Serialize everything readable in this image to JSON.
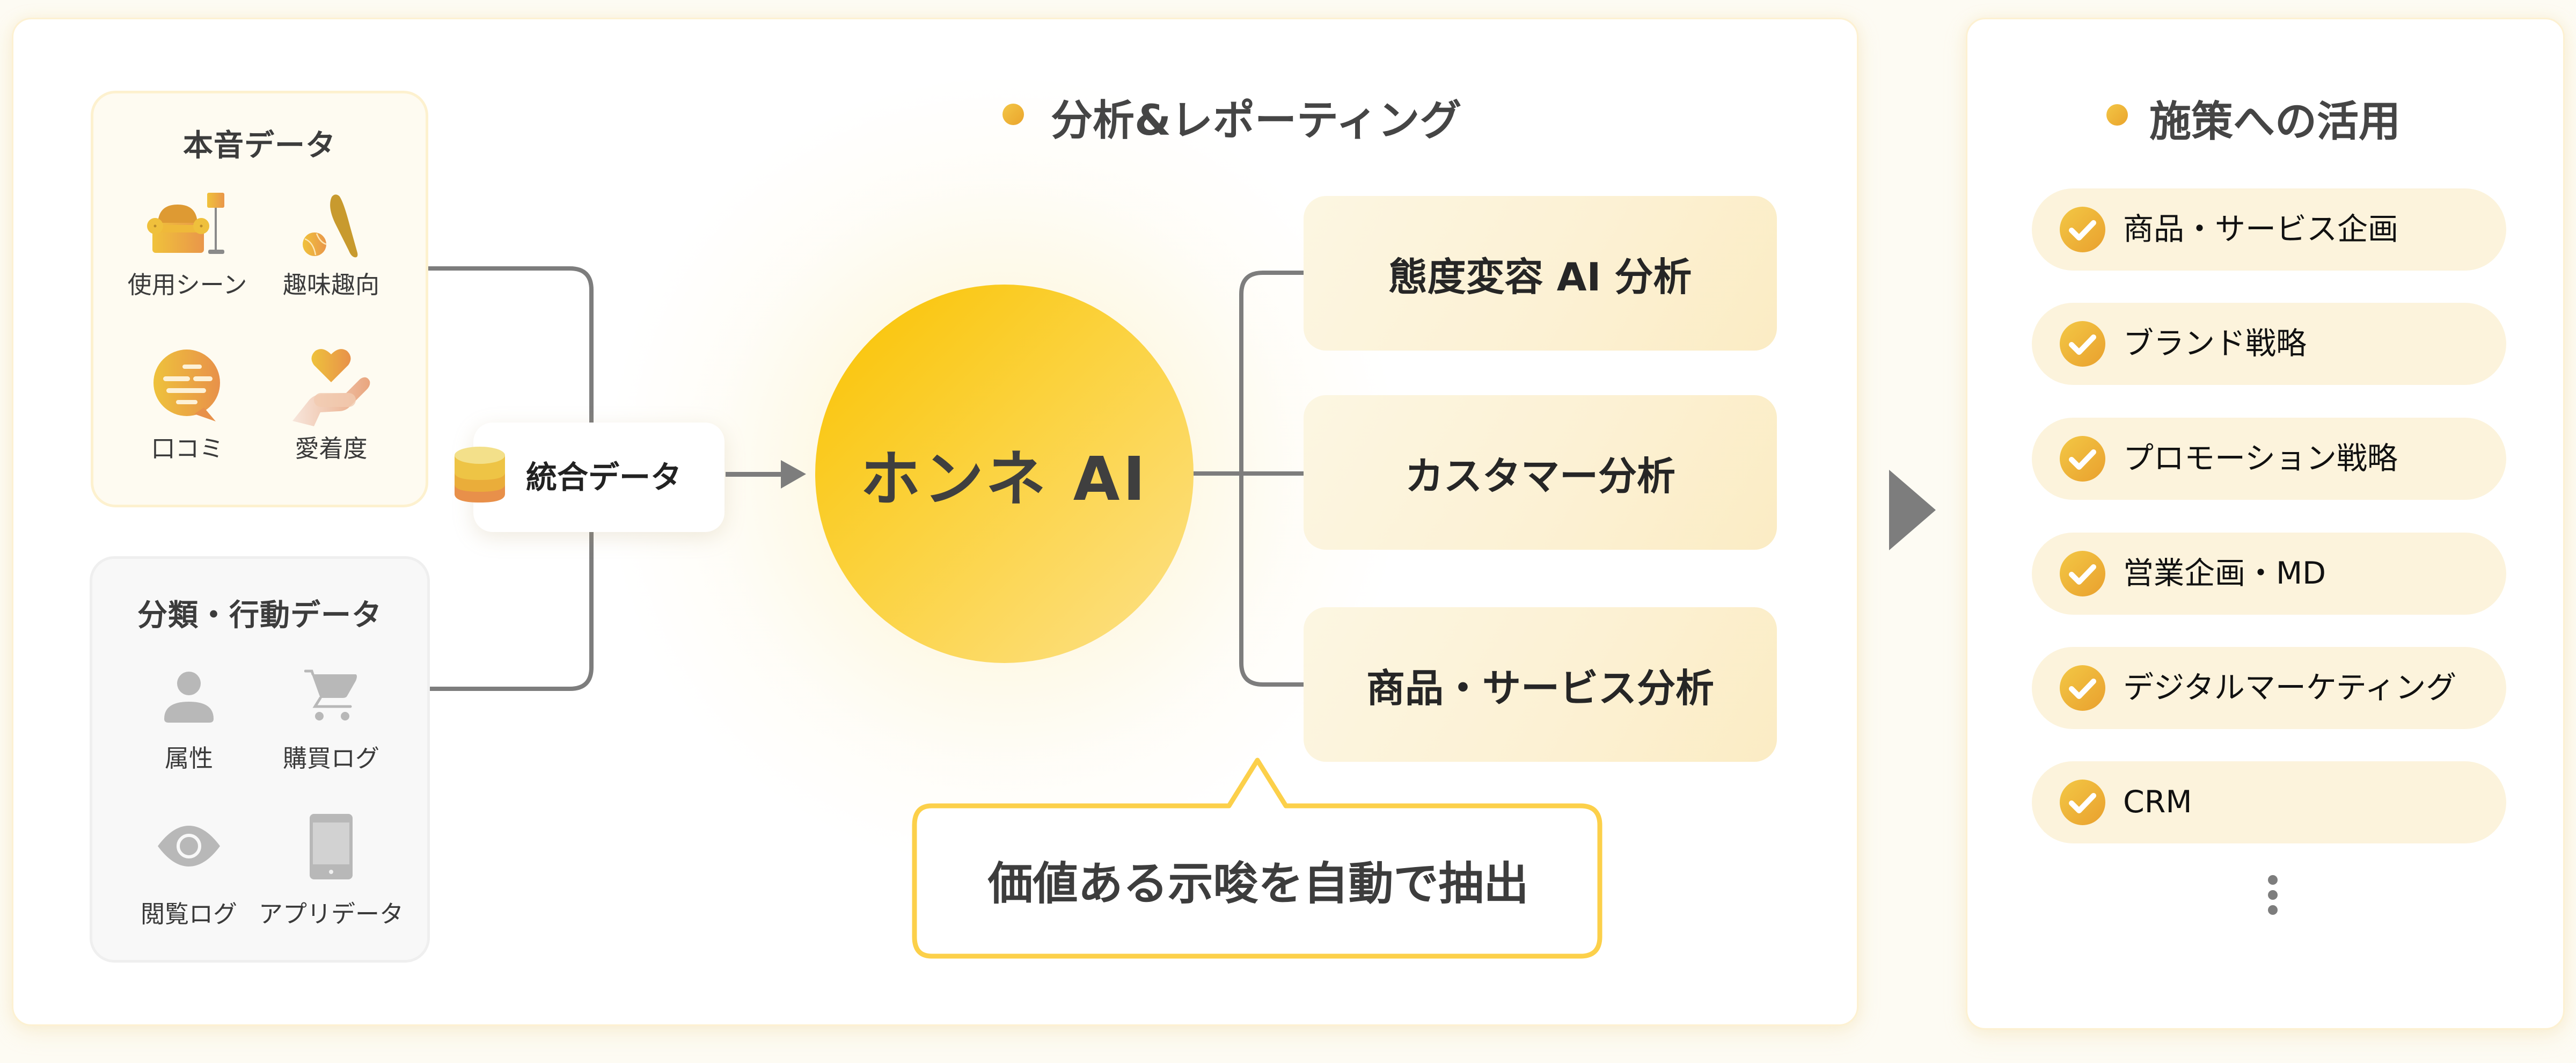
{
  "colors": {
    "accent_yellow": "#f9c200",
    "accent_orange": "#eaa42c",
    "connector_gray": "#7d7d7d",
    "callout_border": "#fcd04a",
    "pill_bg": "#fcf3dc",
    "box_bg": "#fcf1d4",
    "text_dark": "#333333"
  },
  "sources": {
    "honne": {
      "title": "本音データ",
      "items": [
        {
          "label": "使用シーン",
          "icon": "sofa-lamp-icon"
        },
        {
          "label": "趣味趣向",
          "icon": "bat-ball-icon"
        },
        {
          "label": "口コミ",
          "icon": "speech-bubble-icon"
        },
        {
          "label": "愛着度",
          "icon": "heart-hand-icon"
        }
      ]
    },
    "behavior": {
      "title": "分類・行動データ",
      "items": [
        {
          "label": "属性",
          "icon": "person-icon"
        },
        {
          "label": "購買ログ",
          "icon": "shopping-cart-icon"
        },
        {
          "label": "閲覧ログ",
          "icon": "eye-icon"
        },
        {
          "label": "アプリデータ",
          "icon": "smartphone-icon"
        }
      ]
    }
  },
  "integrated": {
    "label": "統合データ",
    "icon": "database-icon"
  },
  "core": {
    "label": "ホンネ AI"
  },
  "analysis": {
    "title": "分析&レポーティング",
    "items": [
      {
        "label": "態度変容 AI 分析"
      },
      {
        "label": "カスタマー分析"
      },
      {
        "label": "商品・サービス分析"
      }
    ],
    "callout": "価値ある示唆を自動で抽出"
  },
  "usage": {
    "title": "施策への活用",
    "items": [
      {
        "label": "商品・サービス企画"
      },
      {
        "label": "ブランド戦略"
      },
      {
        "label": "プロモーション戦略"
      },
      {
        "label": "営業企画・MD"
      },
      {
        "label": "デジタルマーケティング"
      },
      {
        "label": "CRM"
      }
    ],
    "more_icon": "vertical-ellipsis-icon"
  }
}
